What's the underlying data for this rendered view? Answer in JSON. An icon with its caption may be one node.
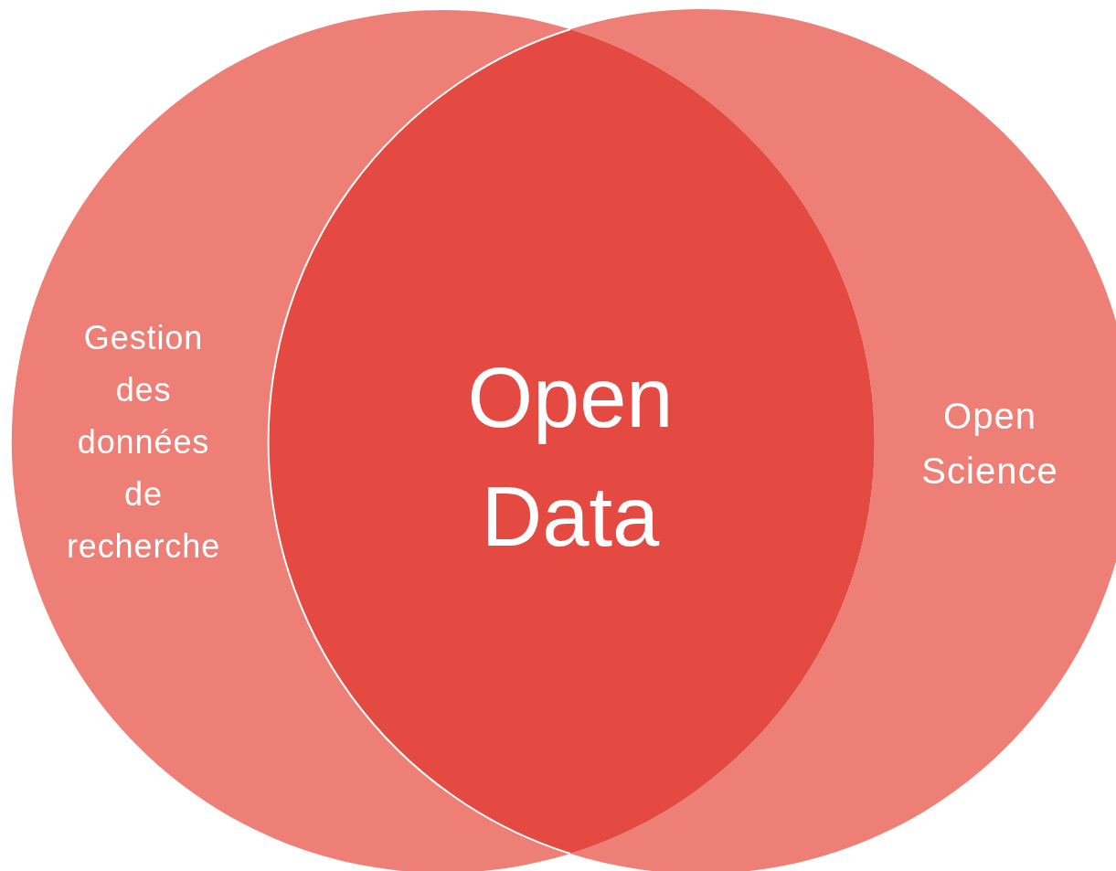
{
  "diagram": {
    "nodes": [
      {
        "text": [
          "Gestion des données de recherche"
        ]
      },
      {
        "text": [
          "Open Science"
        ]
      },
      {
        "text": [
          "Open Data"
        ]
      }
    ]
  }
}
